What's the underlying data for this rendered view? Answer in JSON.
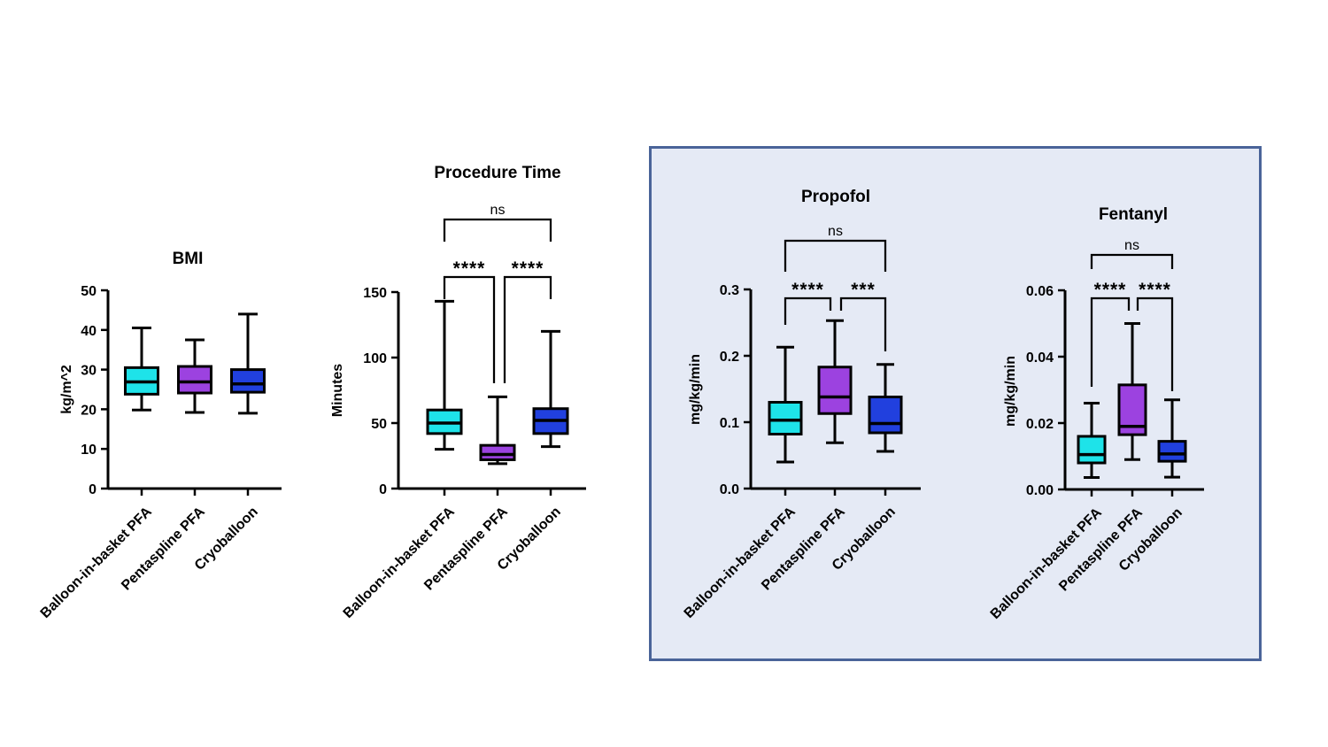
{
  "figure": {
    "background": "#ffffff",
    "panel": {
      "description": "anesthesia dosing panel enclosing Propofol and Fentanyl charts",
      "background_color": "#E5EAF5",
      "border_color": "#4A6499"
    }
  },
  "categories": [
    "Balloon-in-basket PFA",
    "Pentaspline PFA",
    "Cryoballoon"
  ],
  "palette": {
    "balloon_in_basket_pfa": "#1EE3E9",
    "pentaspline_pfa": "#9C42E0",
    "cryoballoon": "#2140DE"
  },
  "chart_data": [
    {
      "type": "box",
      "title": "BMI",
      "xlabel": "",
      "ylabel": "kg/m^2",
      "ylim": [
        0,
        50
      ],
      "grid": false,
      "legend": "none",
      "yticks": [
        {
          "v": 0,
          "label": "0"
        },
        {
          "v": 10,
          "label": "10"
        },
        {
          "v": 20,
          "label": "20"
        },
        {
          "v": 30,
          "label": "30"
        },
        {
          "v": 40,
          "label": "40"
        },
        {
          "v": 50,
          "label": "50"
        }
      ],
      "boxes": [
        {
          "category": "Balloon-in-basket PFA",
          "color": "#1EE3E9",
          "whisker_low": 19.8,
          "q1": 23.8,
          "median": 26.9,
          "q3": 30.5,
          "whisker_high": 40.5
        },
        {
          "category": "Pentaspline PFA",
          "color": "#9C42E0",
          "whisker_low": 19.2,
          "q1": 24.1,
          "median": 26.9,
          "q3": 30.8,
          "whisker_high": 37.5
        },
        {
          "category": "Cryoballoon",
          "color": "#2140DE",
          "whisker_low": 19.0,
          "q1": 24.3,
          "median": 26.4,
          "q3": 30.0,
          "whisker_high": 44.0
        }
      ],
      "significance": []
    },
    {
      "type": "box",
      "title": "Procedure Time",
      "xlabel": "",
      "ylabel": "Minutes",
      "ylim": [
        0,
        150
      ],
      "grid": false,
      "legend": "none",
      "yticks": [
        {
          "v": 0,
          "label": "0"
        },
        {
          "v": 50,
          "label": "50"
        },
        {
          "v": 100,
          "label": "100"
        },
        {
          "v": 150,
          "label": "150"
        }
      ],
      "boxes": [
        {
          "category": "Balloon-in-basket PFA",
          "color": "#1EE3E9",
          "whisker_low": 30,
          "q1": 42,
          "median": 50,
          "q3": 60,
          "whisker_high": 143
        },
        {
          "category": "Pentaspline PFA",
          "color": "#9C42E0",
          "whisker_low": 19,
          "q1": 22,
          "median": 26,
          "q3": 33,
          "whisker_high": 70
        },
        {
          "category": "Cryoballoon",
          "color": "#2140DE",
          "whisker_low": 32,
          "q1": 42,
          "median": 52,
          "q3": 61,
          "whisker_high": 120
        }
      ],
      "significance": [
        {
          "label": "ns",
          "groups": [
            0,
            2
          ],
          "between": [
            "Balloon-in-basket PFA",
            "Cryoballoon"
          ]
        },
        {
          "label": "****",
          "groups": [
            0,
            1
          ],
          "between": [
            "Balloon-in-basket PFA",
            "Pentaspline PFA"
          ]
        },
        {
          "label": "****",
          "groups": [
            1,
            2
          ],
          "between": [
            "Pentaspline PFA",
            "Cryoballoon"
          ]
        }
      ]
    },
    {
      "type": "box",
      "title": "Propofol",
      "xlabel": "",
      "ylabel": "mg/kg/min",
      "ylim": [
        0,
        0.3
      ],
      "grid": false,
      "legend": "none",
      "yticks": [
        {
          "v": 0,
          "label": "0.0"
        },
        {
          "v": 0.1,
          "label": "0.1"
        },
        {
          "v": 0.2,
          "label": "0.2"
        },
        {
          "v": 0.3,
          "label": "0.3"
        }
      ],
      "boxes": [
        {
          "category": "Balloon-in-basket PFA",
          "color": "#1EE3E9",
          "whisker_low": 0.04,
          "q1": 0.082,
          "median": 0.103,
          "q3": 0.13,
          "whisker_high": 0.213
        },
        {
          "category": "Pentaspline PFA",
          "color": "#9C42E0",
          "whisker_low": 0.069,
          "q1": 0.113,
          "median": 0.138,
          "q3": 0.183,
          "whisker_high": 0.253
        },
        {
          "category": "Cryoballoon",
          "color": "#2140DE",
          "whisker_low": 0.056,
          "q1": 0.084,
          "median": 0.098,
          "q3": 0.138,
          "whisker_high": 0.187
        }
      ],
      "significance": [
        {
          "label": "ns",
          "groups": [
            0,
            2
          ],
          "between": [
            "Balloon-in-basket PFA",
            "Cryoballoon"
          ]
        },
        {
          "label": "****",
          "groups": [
            0,
            1
          ],
          "between": [
            "Balloon-in-basket PFA",
            "Pentaspline PFA"
          ]
        },
        {
          "label": "***",
          "groups": [
            1,
            2
          ],
          "between": [
            "Pentaspline PFA",
            "Cryoballoon"
          ]
        }
      ]
    },
    {
      "type": "box",
      "title": "Fentanyl",
      "xlabel": "",
      "ylabel": "mg/kg/min",
      "ylim": [
        0,
        0.06
      ],
      "grid": false,
      "legend": "none",
      "yticks": [
        {
          "v": 0,
          "label": "0.00"
        },
        {
          "v": 0.02,
          "label": "0.02"
        },
        {
          "v": 0.04,
          "label": "0.04"
        },
        {
          "v": 0.06,
          "label": "0.06"
        }
      ],
      "boxes": [
        {
          "category": "Balloon-in-basket PFA",
          "color": "#1EE3E9",
          "whisker_low": 0.0036,
          "q1": 0.008,
          "median": 0.0105,
          "q3": 0.016,
          "whisker_high": 0.026
        },
        {
          "category": "Pentaspline PFA",
          "color": "#9C42E0",
          "whisker_low": 0.009,
          "q1": 0.0165,
          "median": 0.019,
          "q3": 0.0315,
          "whisker_high": 0.05
        },
        {
          "category": "Cryoballoon",
          "color": "#2140DE",
          "whisker_low": 0.0037,
          "q1": 0.0085,
          "median": 0.0107,
          "q3": 0.0145,
          "whisker_high": 0.027
        }
      ],
      "significance": [
        {
          "label": "ns",
          "groups": [
            0,
            2
          ],
          "between": [
            "Balloon-in-basket PFA",
            "Cryoballoon"
          ]
        },
        {
          "label": "****",
          "groups": [
            0,
            1
          ],
          "between": [
            "Balloon-in-basket PFA",
            "Pentaspline PFA"
          ]
        },
        {
          "label": "****",
          "groups": [
            1,
            2
          ],
          "between": [
            "Pentaspline PFA",
            "Cryoballoon"
          ]
        }
      ]
    }
  ]
}
